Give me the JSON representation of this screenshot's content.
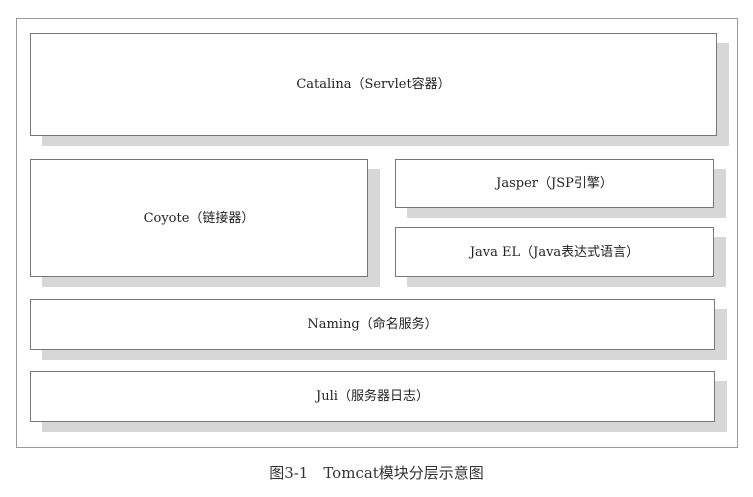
{
  "diagram": {
    "modules": [
      {
        "id": "catalina",
        "label": "Catalina（Servlet容器）"
      },
      {
        "id": "coyote",
        "label": "Coyote（链接器）"
      },
      {
        "id": "jasper",
        "label": "Jasper（JSP引擎）"
      },
      {
        "id": "javael",
        "label": "Java EL（Java表达式语言）"
      },
      {
        "id": "naming",
        "label": "Naming（命名服务）"
      },
      {
        "id": "juli",
        "label": "Juli（服务器日志）"
      }
    ]
  },
  "caption": "图3-1　Tomcat模块分层示意图"
}
